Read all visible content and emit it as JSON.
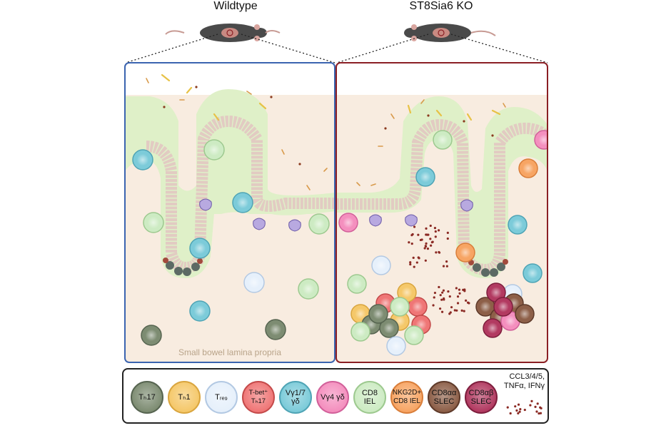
{
  "titles": {
    "wildtype": "Wildtype",
    "knockout": "ST8Sia6 KO"
  },
  "panels": {
    "lamina_propria_label": "Small bowel lamina propria"
  },
  "legend": {
    "cells": [
      {
        "label": "Tₕ17",
        "fill": "#7d8c72",
        "stroke": "#566450"
      },
      {
        "label": "Tₕ1",
        "fill": "#f5c86a",
        "stroke": "#d9a53e"
      },
      {
        "label": "Tᵣₑ₉",
        "fill": "#e6f0fb",
        "stroke": "#b3c9e3"
      },
      {
        "label": "T-bet⁺\nTₕ17",
        "fill": "#ef7676",
        "stroke": "#c44a4a"
      },
      {
        "label": "Vγ1/7\nγδ",
        "fill": "#7ccbd9",
        "stroke": "#4fa4b5"
      },
      {
        "label": "Vγ4 γδ",
        "fill": "#f48fbe",
        "stroke": "#d2609a"
      },
      {
        "label": "CD8\nIEL",
        "fill": "#cdebc3",
        "stroke": "#9dc98f"
      },
      {
        "label": "NKG2D+\nCD8 IEL",
        "fill": "#f7a564",
        "stroke": "#d97e3a"
      },
      {
        "label": "CD8αα\nSLEC",
        "fill": "#8d5f48",
        "stroke": "#5e3a2a"
      },
      {
        "label": "CD8αβ\nSLEC",
        "fill": "#b23a61",
        "stroke": "#7e1e3d"
      }
    ],
    "chemokine_label": "CCL3/4/5,\nTNFα, IFNγ"
  },
  "colors": {
    "wildtype_border": "#3b64b0",
    "knockout_border": "#8b1f24",
    "tissue": "#f8ece0",
    "mucus": "#dff0c8",
    "epithelium": "#e9d7cf",
    "chemokine_dot": "#8b2a24"
  }
}
